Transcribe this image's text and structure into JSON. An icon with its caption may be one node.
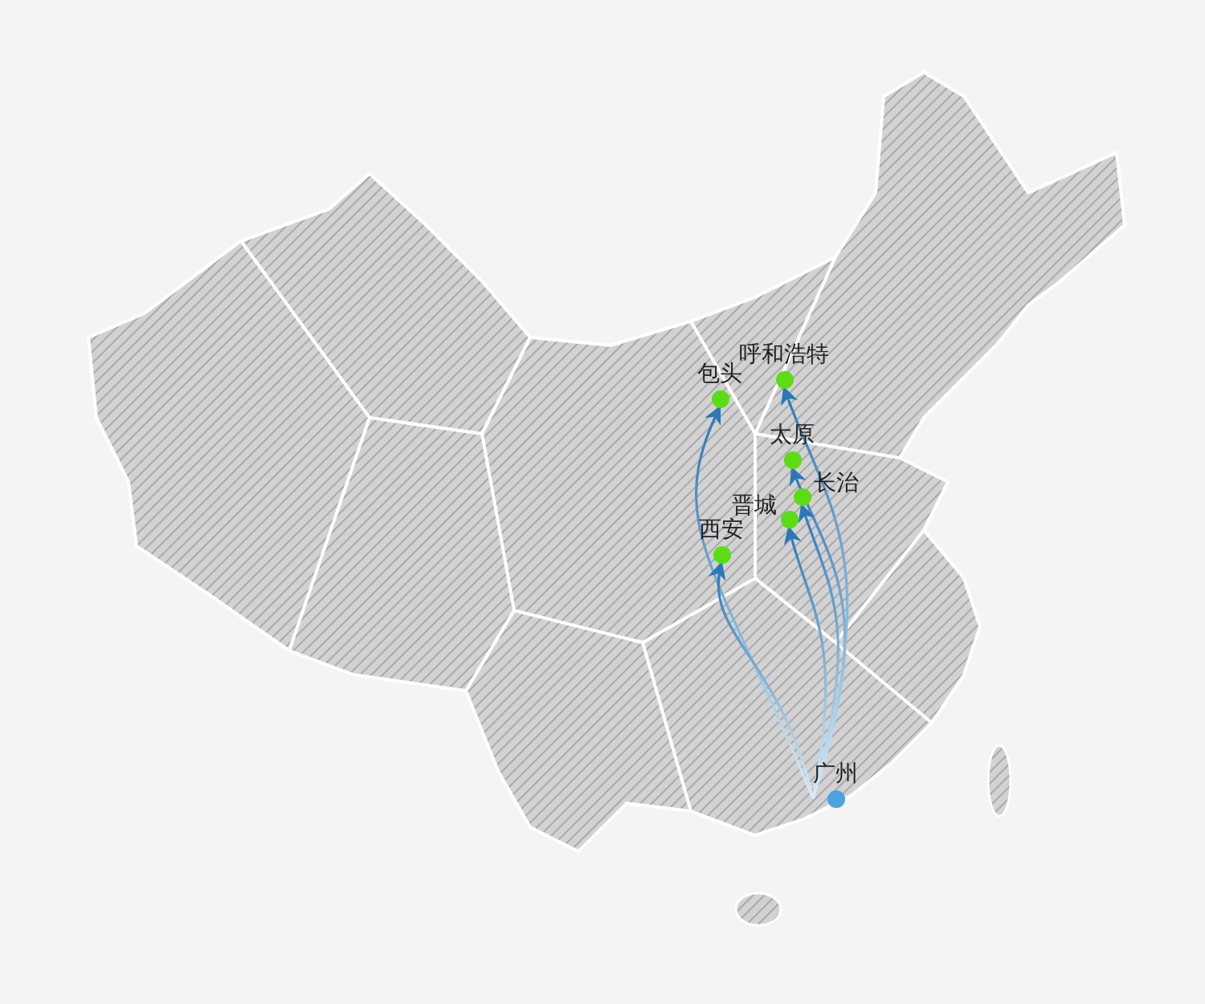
{
  "diagram": {
    "nodes": [
      {
        "text": [
          "呼和浩特"
        ]
      },
      {
        "text": [
          "包头"
        ]
      },
      {
        "text": [
          "太原"
        ]
      },
      {
        "text": [
          "长治"
        ]
      },
      {
        "text": [
          "晋城"
        ]
      },
      {
        "text": [
          "西安"
        ]
      },
      {
        "text": [
          "广州"
        ]
      }
    ],
    "edges": [
      {
        "from": 6,
        "to": 1,
        "arrow": "to"
      },
      {
        "from": 6,
        "to": 0,
        "arrow": "to"
      },
      {
        "from": 6,
        "to": 2,
        "arrow": "to"
      },
      {
        "from": 6,
        "to": 3,
        "arrow": "to"
      },
      {
        "from": 6,
        "to": 4,
        "arrow": "to"
      },
      {
        "from": 6,
        "to": 5,
        "arrow": "to"
      }
    ]
  }
}
